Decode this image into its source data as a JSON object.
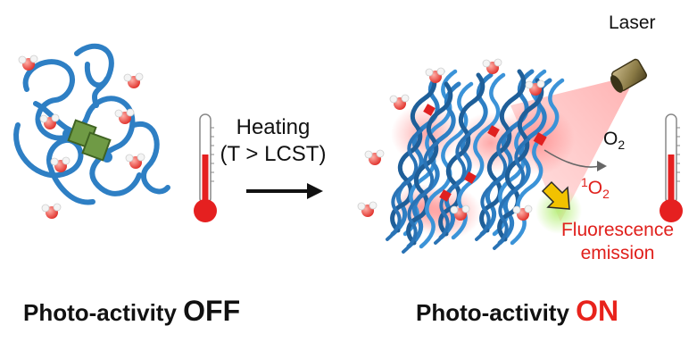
{
  "arrow_label": {
    "line1": "Heating",
    "line2": "(T > LCST)"
  },
  "laser_label": "Laser",
  "oxygen": {
    "base": "O",
    "sub": "2"
  },
  "singlet_oxygen": {
    "sup": "1",
    "base": "O",
    "sub": "2"
  },
  "fluorescence": {
    "line1": "Fluorescence",
    "line2": "emission"
  },
  "off_caption": {
    "text": "Photo-activity ",
    "state": "OFF"
  },
  "on_caption": {
    "text": "Photo-activity ",
    "state": "ON"
  },
  "colors": {
    "polymer": "#2e7fc4",
    "thermometer_red": "#e52020",
    "text_red": "#e0201c",
    "photosensitizer_green": "#5d8a3a",
    "water_red": "#e8413a"
  }
}
